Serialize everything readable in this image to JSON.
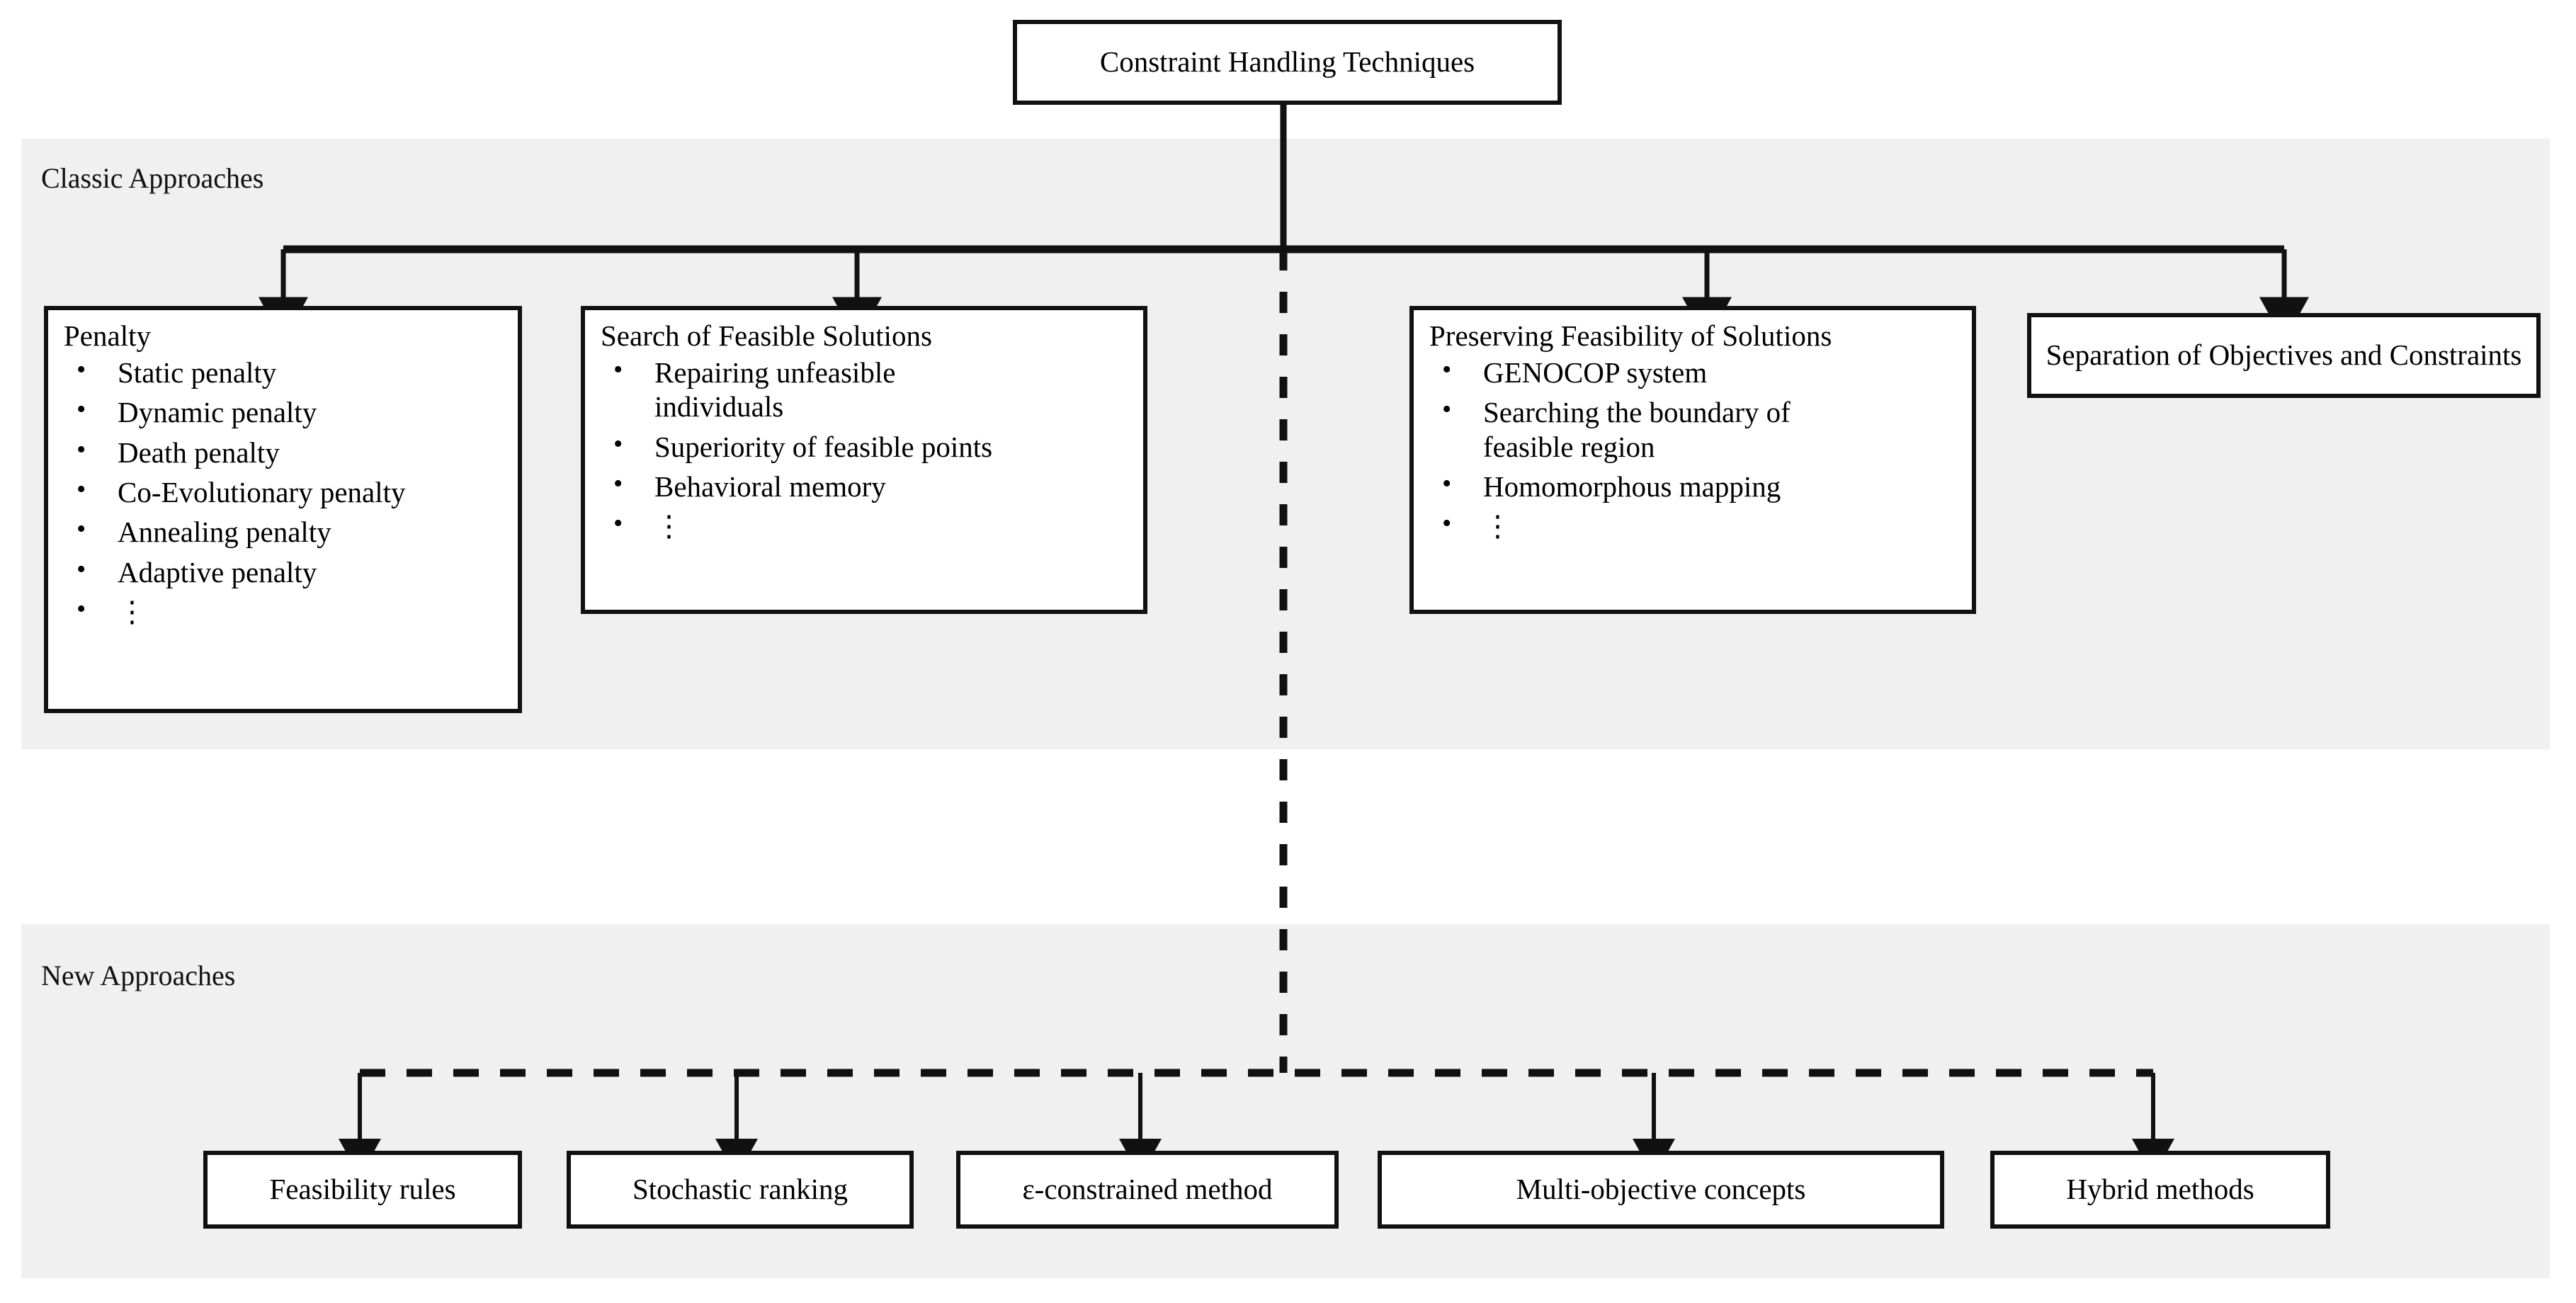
{
  "diagram": {
    "type": "hierarchy-flowchart",
    "root": {
      "label": "Constraint Handling Techniques"
    },
    "sections": [
      {
        "id": "classic",
        "label": "Classic Approaches",
        "edge_style": "solid",
        "nodes": [
          {
            "id": "penalty",
            "title": "Penalty",
            "items": [
              "Static penalty",
              "Dynamic penalty",
              "Death penalty",
              "Co-Evolutionary penalty",
              "Annealing penalty",
              "Adaptive penalty",
              "⋮"
            ]
          },
          {
            "id": "search-feasible",
            "title": "Search of Feasible Solutions",
            "items": [
              "Repairing unfeasible individuals",
              "Superiority of feasible points",
              "Behavioral memory",
              "⋮"
            ]
          },
          {
            "id": "preserving-feasibility",
            "title": "Preserving Feasibility of Solutions",
            "items": [
              "GENOCOP system",
              "Searching the boundary of feasible region",
              "Homomorphous mapping",
              "⋮"
            ]
          },
          {
            "id": "separation",
            "title": "Separation of Objectives and Constraints",
            "items": []
          }
        ]
      },
      {
        "id": "new",
        "label": "New Approaches",
        "edge_style": "dashed",
        "nodes": [
          {
            "id": "feasibility-rules",
            "title": "Feasibility rules",
            "items": []
          },
          {
            "id": "stochastic-ranking",
            "title": "Stochastic ranking",
            "items": []
          },
          {
            "id": "epsilon-constrained",
            "title": "ε-constrained method",
            "items": []
          },
          {
            "id": "multi-objective",
            "title": "Multi-objective concepts",
            "items": []
          },
          {
            "id": "hybrid-methods",
            "title": "Hybrid methods",
            "items": []
          }
        ]
      }
    ],
    "colors": {
      "panel_background": "#f0f0f0",
      "node_background": "#ffffff",
      "node_border": "#111111",
      "edge": "#111111",
      "text": "#000000",
      "page_background": "#ffffff"
    }
  }
}
